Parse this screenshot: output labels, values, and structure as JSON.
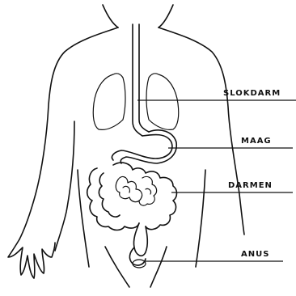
{
  "labels": {
    "esophagus": "SLOKDARM",
    "stomach": "MAAG",
    "intestines": "DARMEN",
    "anus": "ANUS"
  }
}
